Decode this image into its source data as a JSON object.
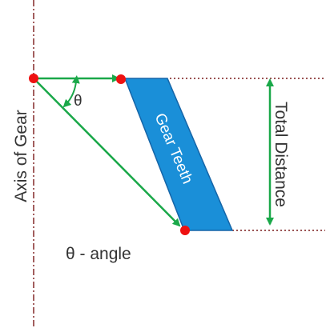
{
  "labels": {
    "axis": "Axis of Gear",
    "teeth": "Gear Teeth",
    "total_distance": "Total Distance",
    "theta": "θ",
    "legend": "θ - angle"
  },
  "colors": {
    "arrow": "#1aa849",
    "point": "#ee1111",
    "teeth_fill": "#1a8fd8",
    "teeth_stroke": "#1565a8",
    "axis_line": "#7a1a1a",
    "dotted_line": "#7a1a1a",
    "text": "#333333",
    "teeth_text": "#ffffff"
  }
}
